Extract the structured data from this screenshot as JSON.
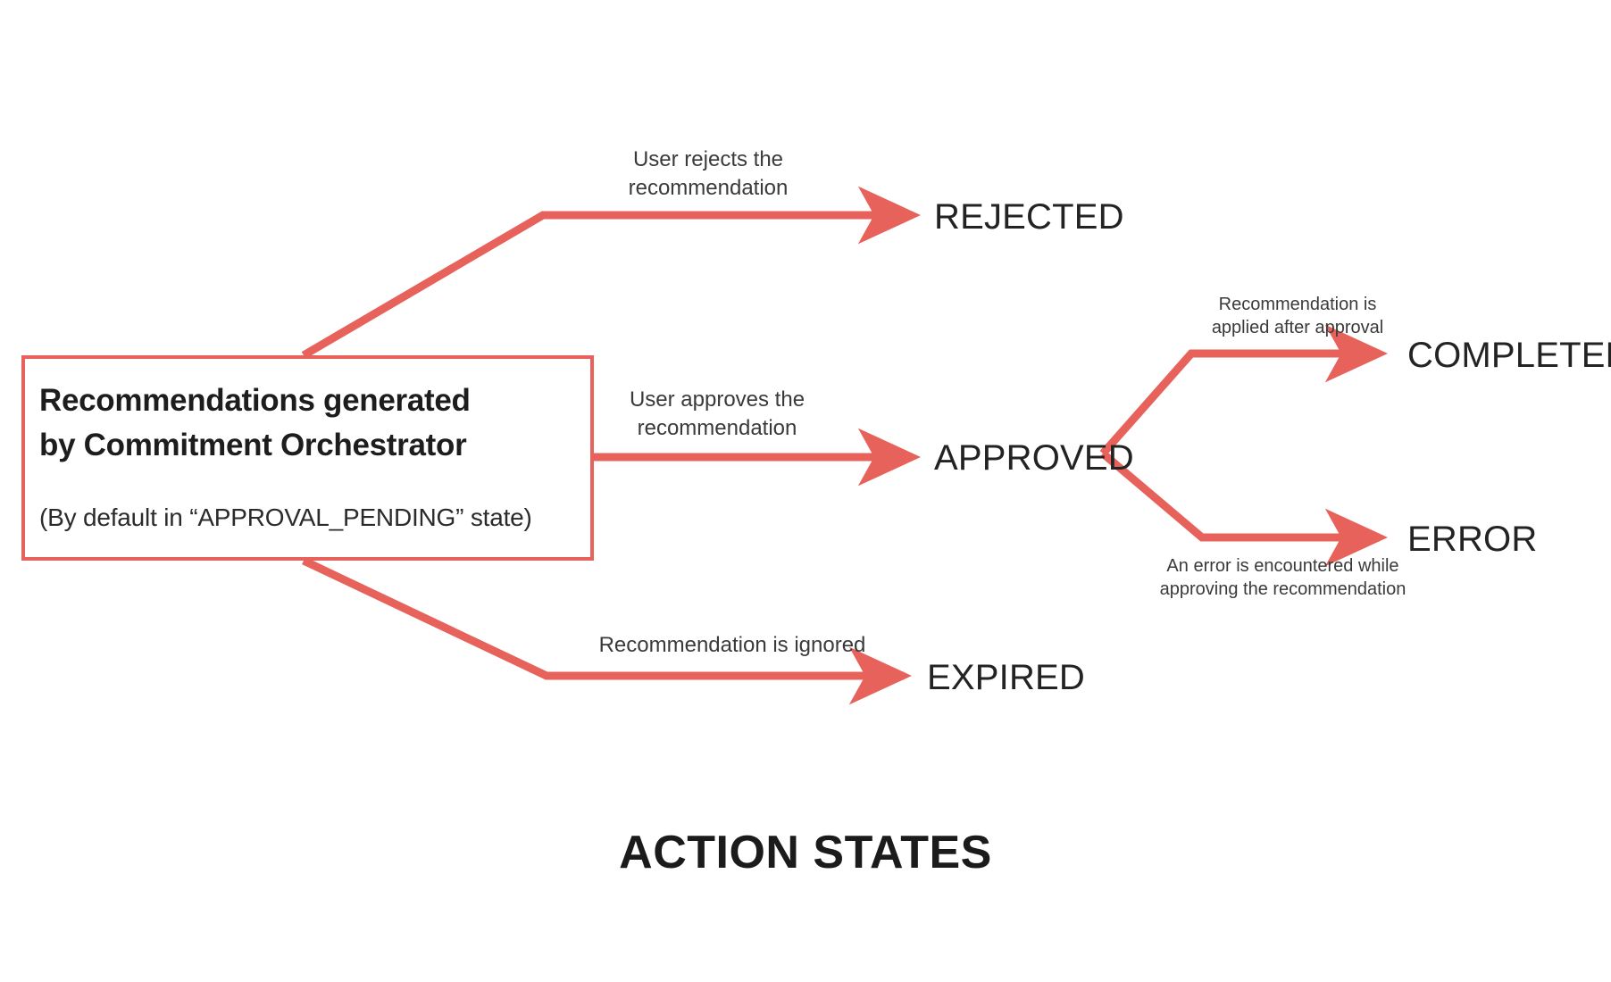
{
  "diagram": {
    "title": "ACTION STATES",
    "accent_color": "#E8625C",
    "text_color": "#232323",
    "background": "#ffffff",
    "type": "state-flow"
  },
  "source": {
    "title_line1": "Recommendations generated",
    "title_line2": "by Commitment Orchestrator",
    "subtitle": "(By default in “APPROVAL_PENDING” state)"
  },
  "states": [
    {
      "id": "rejected",
      "label": "REJECTED"
    },
    {
      "id": "approved",
      "label": "APPROVED"
    },
    {
      "id": "expired",
      "label": "EXPIRED"
    },
    {
      "id": "completed",
      "label": "COMPLETED"
    },
    {
      "id": "error",
      "label": "ERROR"
    }
  ],
  "transitions": [
    {
      "id": "to-rejected",
      "from": "source",
      "to": "rejected",
      "label_line1": "User rejects the",
      "label_line2": "recommendation"
    },
    {
      "id": "to-approved",
      "from": "source",
      "to": "approved",
      "label_line1": "User approves the",
      "label_line2": "recommendation"
    },
    {
      "id": "to-expired",
      "from": "source",
      "to": "expired",
      "label_line1": "Recommendation is ignored",
      "label_line2": ""
    },
    {
      "id": "to-completed",
      "from": "approved",
      "to": "completed",
      "label_line1": "Recommendation is",
      "label_line2": "applied after approval"
    },
    {
      "id": "to-error",
      "from": "approved",
      "to": "error",
      "label_line1": "An error is encountered while",
      "label_line2": "approving the recommendation"
    }
  ]
}
